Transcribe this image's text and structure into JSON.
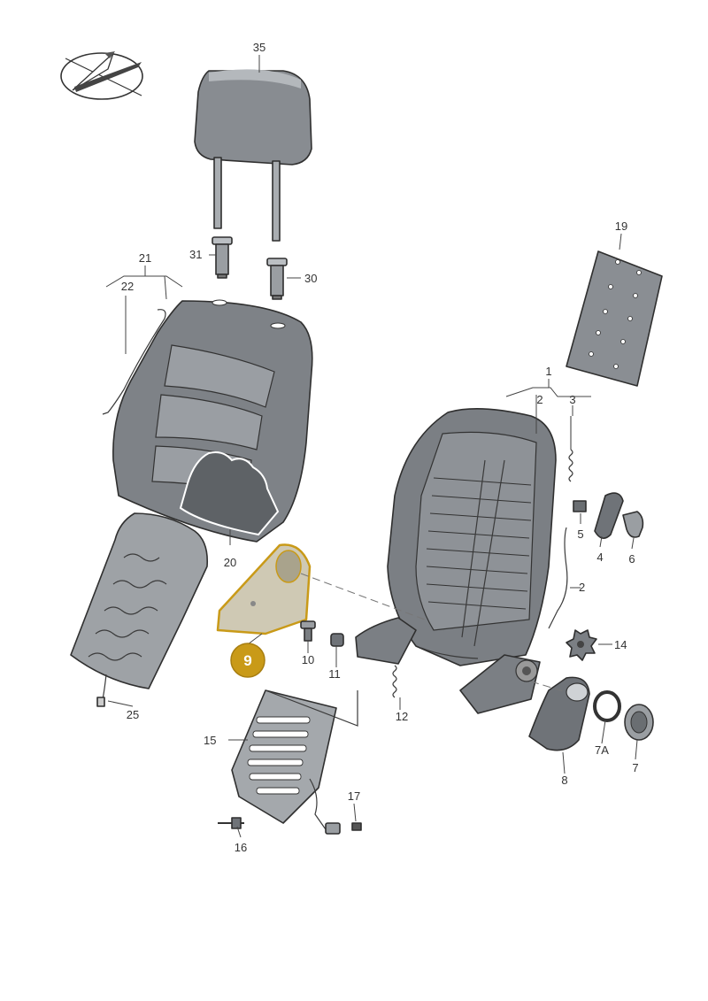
{
  "diagram": {
    "callouts": {
      "p1": "1",
      "p2a": "2",
      "p2b": "2",
      "p3": "3",
      "p4": "4",
      "p5": "5",
      "p6": "6",
      "p7": "7",
      "p7a": "7A",
      "p8": "8",
      "p10": "10",
      "p11": "11",
      "p12": "12",
      "p14": "14",
      "p15": "15",
      "p16": "16",
      "p17": "17",
      "p19": "19",
      "p20": "20",
      "p21": "21",
      "p22": "22",
      "p25": "25",
      "p30": "30",
      "p31": "31",
      "p35": "35"
    },
    "highlight": {
      "label": "9",
      "color": "#c99a18"
    }
  }
}
